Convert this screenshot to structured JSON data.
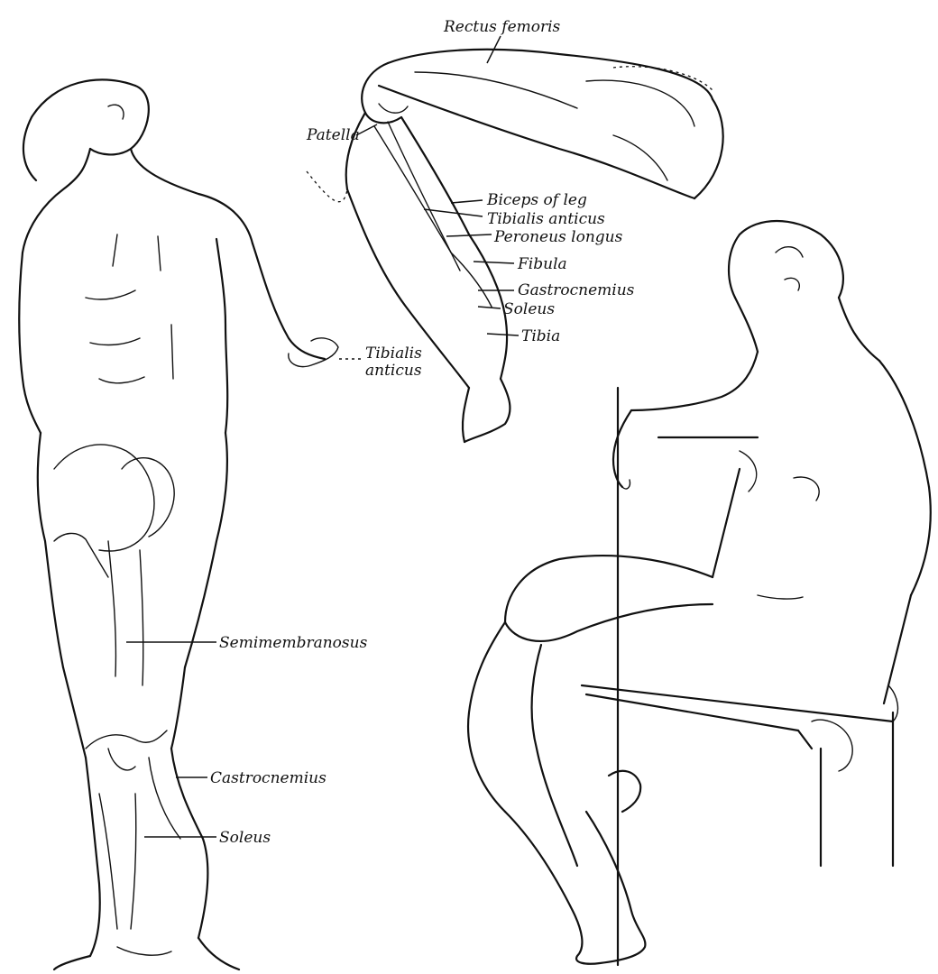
{
  "labels": {
    "rectus_femoris": "Rectus femoris",
    "patella": "Patella",
    "biceps_of_leg": "Biceps of leg",
    "tibialis_anticus_top": "Tibialis anticus",
    "peroneus_longus": "Peroneus longus",
    "fibula": "Fibula",
    "gastrocnemius_top": "Gastrocnemius",
    "soleus_top": "Soleus",
    "tibia": "Tibia",
    "tibialis_side_1": "Tibialis",
    "tibialis_side_2": "anticus",
    "semimembranosus": "Semimembranosus",
    "gastrocnemius_bottom": "Castrocnemius",
    "soleus_bottom": "Soleus"
  },
  "colors": {
    "ink": "#111111",
    "paper": "#ffffff"
  }
}
